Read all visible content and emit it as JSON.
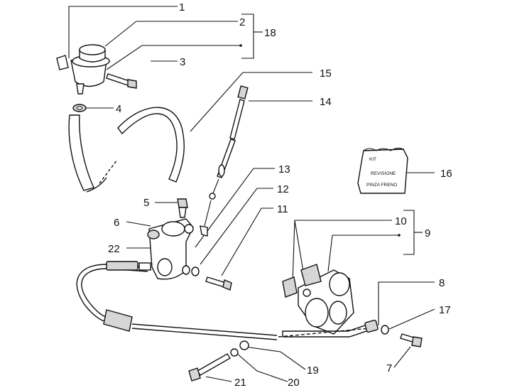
{
  "callouts": {
    "c1": "1",
    "c2": "2",
    "c3": "3",
    "c4": "4",
    "c5": "5",
    "c6": "6",
    "c7": "7",
    "c8": "8",
    "c9": "9",
    "c10": "10",
    "c11": "11",
    "c12": "12",
    "c13": "13",
    "c14": "14",
    "c15": "15",
    "c16": "16",
    "c17": "17",
    "c18": "18",
    "c19": "19",
    "c20": "20",
    "c21": "21",
    "c22": "22"
  },
  "kit_bag": {
    "line1": "KIT",
    "line2": "REVISIONE",
    "line3": "PINZA FRENO"
  }
}
